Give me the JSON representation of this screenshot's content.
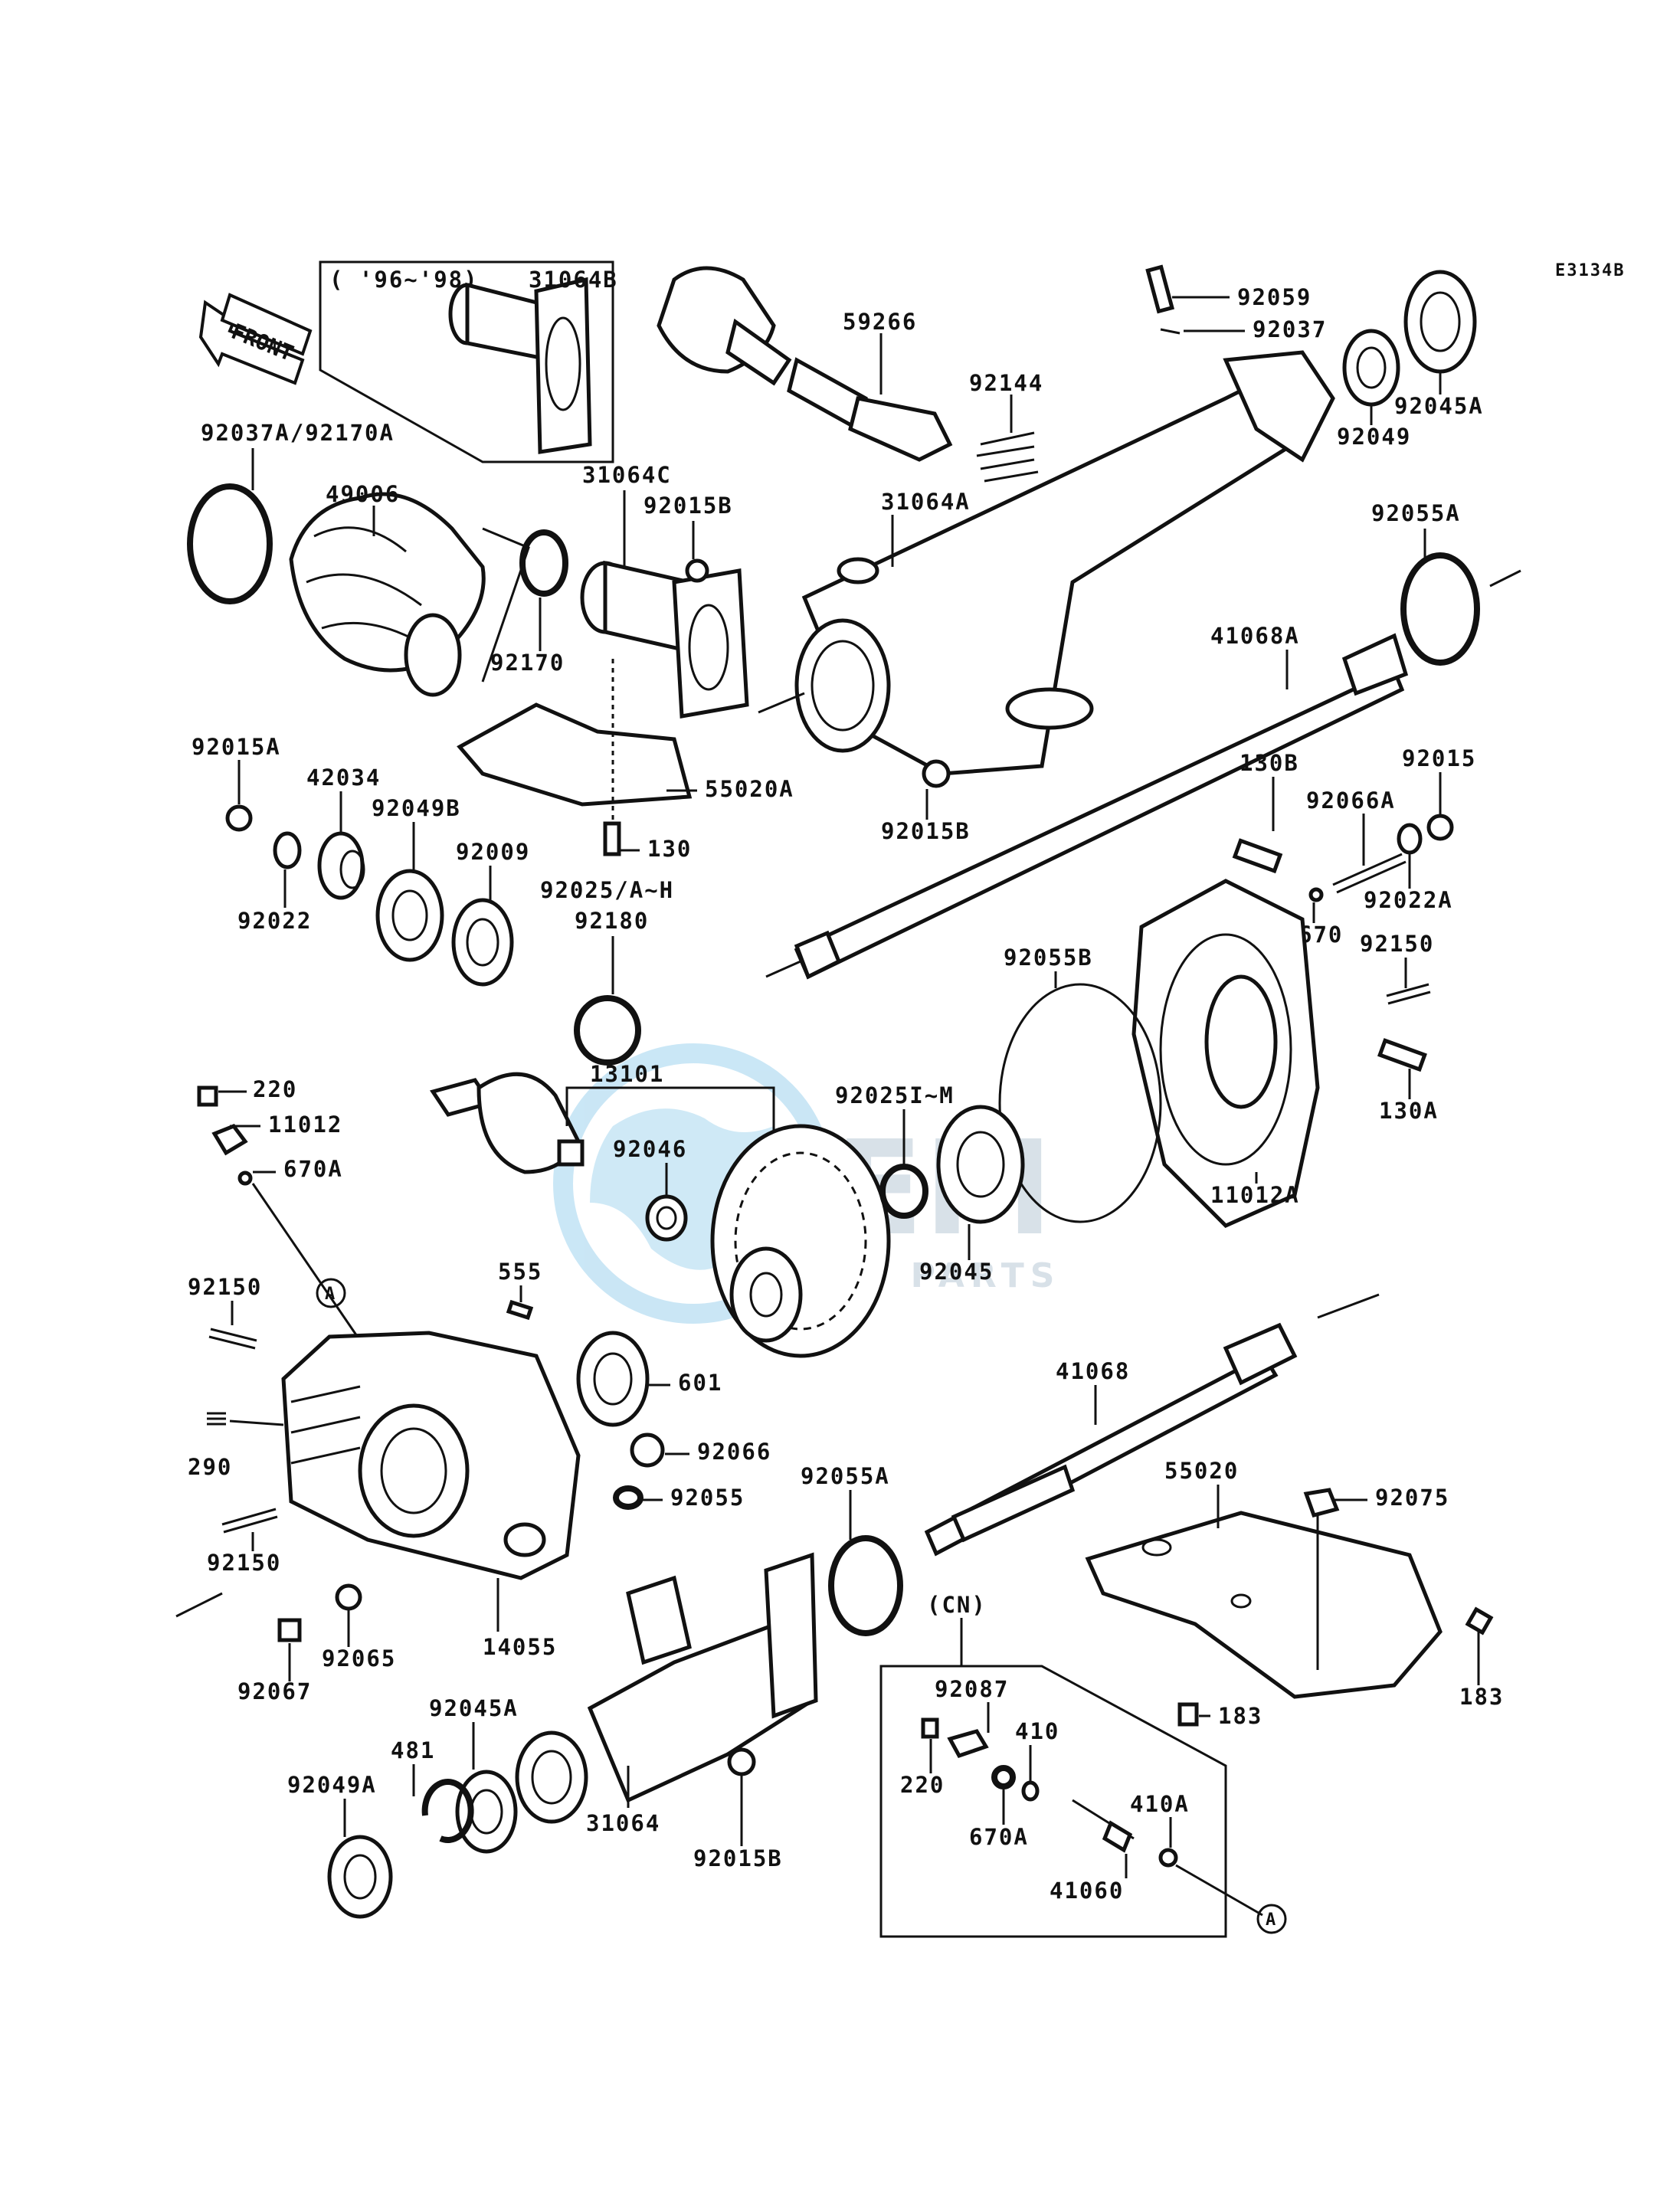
{
  "diagram_code": "E3134B",
  "front_label": "FRONT",
  "watermark": {
    "brand": "OEM",
    "sub": "OEM PARTS"
  },
  "labels": {
    "p31064B": "31064B",
    "years": "( '96~'98)",
    "p59266": "59266",
    "p92059": "92059",
    "p92037": "92037",
    "p92045A_top": "92045A",
    "p92049_top": "92049",
    "p92144": "92144",
    "p92037A": "92037A/92170A",
    "p49006": "49006",
    "p31064C": "31064C",
    "p92015B_a": "92015B",
    "p31064A": "31064A",
    "p92055A_top": "92055A",
    "p92170": "92170",
    "p41068A": "41068A",
    "p92015A": "92015A",
    "p42034": "42034",
    "p92049B": "92049B",
    "p92009": "92009",
    "p55020A": "55020A",
    "p130": "130",
    "p92015B_b": "92015B",
    "p130B": "130B",
    "p92015": "92015",
    "p92066A": "92066A",
    "p92022A": "92022A",
    "p92022": "92022",
    "p92025": "92025/A~H",
    "p92180": "92180",
    "p670": "670",
    "p92150_r": "92150",
    "p92055B": "92055B",
    "p220_a": "220",
    "p11012": "11012",
    "p670A_a": "670A",
    "p13101": "13101",
    "p92025I": "92025I~M",
    "p130A": "130A",
    "p92046": "92046",
    "p11012A": "11012A",
    "p92045": "92045",
    "p92150_l1": "92150",
    "p555": "555",
    "circle_a1": "A",
    "p601": "601",
    "p41068": "41068",
    "p290": "290",
    "p92066": "92066",
    "p92055A_b": "92055A",
    "p55020": "55020",
    "p92075": "92075",
    "p92055": "92055",
    "p92150_l2": "92150",
    "p14055": "14055",
    "p92065": "92065",
    "p92067": "92067",
    "p183_r": "183",
    "cn": "(CN)",
    "p92087": "92087",
    "p183_b": "183",
    "p92045A_b": "92045A",
    "p410": "410",
    "p481": "481",
    "p92049A": "92049A",
    "p220_b": "220",
    "p670A_b": "670A",
    "p31064": "31064",
    "p92015B_c": "92015B",
    "p410A": "410A",
    "p41060": "41060",
    "circle_a2": "A"
  }
}
